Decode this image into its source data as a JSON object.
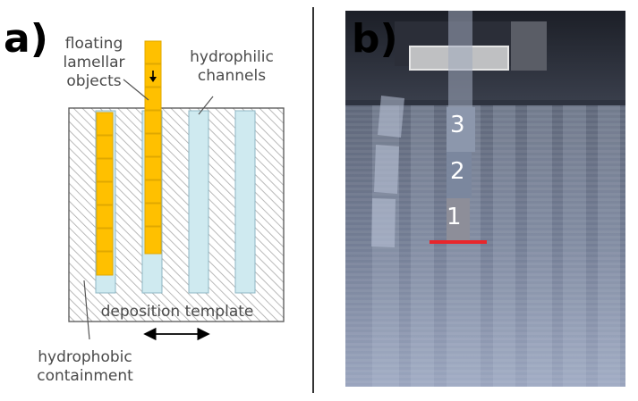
{
  "panel_a": {
    "label": "a)",
    "annotations": {
      "floating_objects": "floating\nlamellar\nobjects",
      "hydrophilic_channels": "hydrophilic\nchannels",
      "deposition_template": "deposition template",
      "hydrophobic_containment": "hydrophobic\ncontainment"
    },
    "colors": {
      "lamellar_object": "#FFC000",
      "channel": "#CFEAF0",
      "hatch": "#9a9a9a"
    }
  },
  "panel_b": {
    "label": "b)",
    "numbers": [
      "3",
      "2",
      "1"
    ],
    "marker_color": "#E8262B"
  }
}
